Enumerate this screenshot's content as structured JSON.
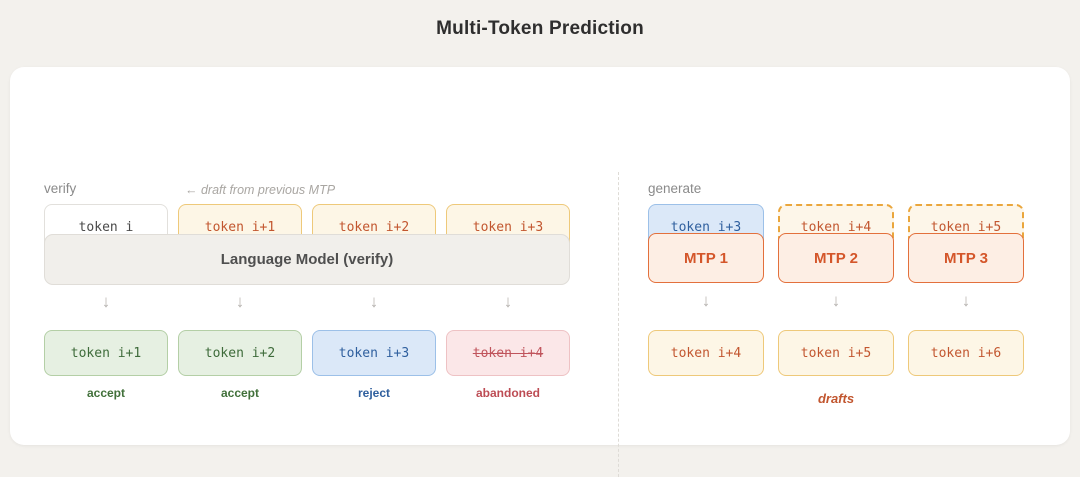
{
  "title": "Multi-Token Prediction",
  "left": {
    "label": "verify",
    "note": "← draft from previous MTP",
    "input_row": [
      {
        "text": "token i",
        "style": "plain"
      },
      {
        "text": "token i+1",
        "style": "amber"
      },
      {
        "text": "token i+2",
        "style": "amber"
      },
      {
        "text": "token i+3",
        "style": "amber"
      }
    ],
    "model_bar": "Language Model (verify)",
    "output_row": [
      {
        "text": "token i+1",
        "style": "green",
        "caption": "accept",
        "caption_style": "green"
      },
      {
        "text": "token i+2",
        "style": "green",
        "caption": "accept",
        "caption_style": "green"
      },
      {
        "text": "token i+3",
        "style": "blue",
        "caption": "reject",
        "caption_style": "blue"
      },
      {
        "text": "token i+4",
        "style": "pink",
        "caption": "abandoned",
        "caption_style": "pink"
      }
    ]
  },
  "right": {
    "label": "generate",
    "input_row": [
      {
        "text": "token i+3",
        "style": "blue"
      },
      {
        "text": "token i+4",
        "style": "amber-dashed"
      },
      {
        "text": "token i+5",
        "style": "amber-dashed"
      }
    ],
    "mtp_row": [
      {
        "text": "MTP 1"
      },
      {
        "text": "MTP 2"
      },
      {
        "text": "MTP 3"
      }
    ],
    "output_row": [
      {
        "text": "token i+4",
        "style": "amber"
      },
      {
        "text": "token i+5",
        "style": "amber"
      },
      {
        "text": "token i+6",
        "style": "amber"
      }
    ],
    "drafts_caption": "drafts"
  },
  "arrow_glyph": "↓"
}
